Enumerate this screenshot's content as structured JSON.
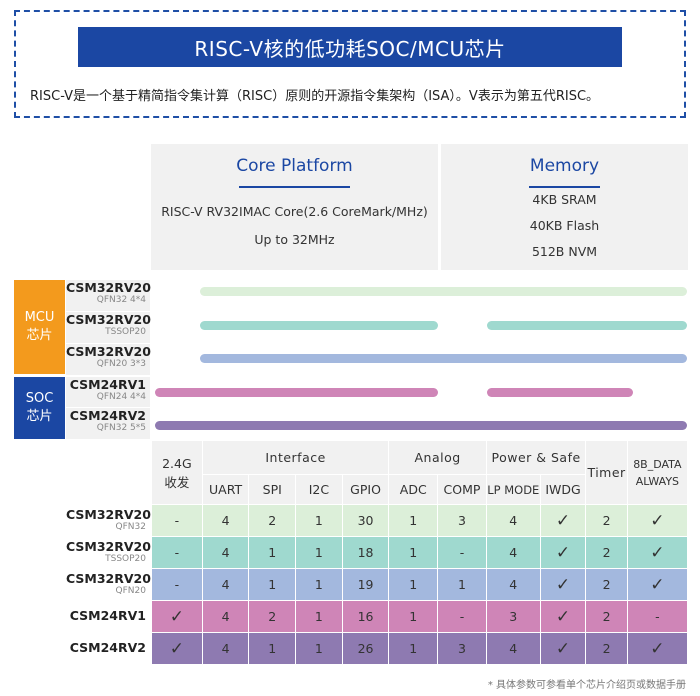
{
  "intro": {
    "title": "RISC-V核的低功耗SOC/MCU芯片",
    "description": "RISC-V是一个基于精简指令集计算（RISC）原则的开源指令集架构（ISA）。V表示为第五代RISC。"
  },
  "core_platform": {
    "title": "Core Platform",
    "lines": [
      "RISC-V RV32IMAC Core(2.6 CoreMark/MHz)",
      "Up to 32MHz"
    ]
  },
  "memory": {
    "title": "Memory",
    "lines": [
      "4KB SRAM",
      "40KB Flash",
      "512B NVM"
    ]
  },
  "categories": {
    "mcu": [
      "MCU",
      "芯片"
    ],
    "soc": [
      "SOC",
      "芯片"
    ]
  },
  "chips": [
    {
      "name": "CSM32RV20",
      "package": "QFN32 4*4",
      "color": "#dcefd9"
    },
    {
      "name": "CSM32RV20",
      "package": "TSSOP20",
      "color": "#9fd9cf"
    },
    {
      "name": "CSM32RV20",
      "package": "QFN20 3*3",
      "color": "#a3b8de"
    },
    {
      "name": "CSM24RV1",
      "package": "QFN24 4*4",
      "color": "#cf85b7"
    },
    {
      "name": "CSM24RV2",
      "package": "QFN32 5*5",
      "color": "#8e7ab1"
    }
  ],
  "table": {
    "group_headers": {
      "rf": "2.4G\n收发",
      "interface": "Interface",
      "analog": "Analog",
      "power": "Power & Safe",
      "timer": "Timer",
      "always": "8B_DATA ALWAYS"
    },
    "sub_headers": [
      "UART",
      "SPI",
      "I2C",
      "GPIO",
      "ADC",
      "COMP",
      "LP MODE",
      "IWDG"
    ],
    "rows": [
      {
        "name": "CSM32RV20",
        "package": "QFN32",
        "cells": [
          "-",
          "4",
          "2",
          "1",
          "30",
          "1",
          "3",
          "4",
          "✓",
          "2",
          "✓"
        ],
        "bg": "#dcefd9"
      },
      {
        "name": "CSM32RV20",
        "package": "TSSOP20",
        "cells": [
          "-",
          "4",
          "1",
          "1",
          "18",
          "1",
          "-",
          "4",
          "✓",
          "2",
          "✓"
        ],
        "bg": "#9fd9cf"
      },
      {
        "name": "CSM32RV20",
        "package": "QFN20",
        "cells": [
          "-",
          "4",
          "1",
          "1",
          "19",
          "1",
          "1",
          "4",
          "✓",
          "2",
          "✓"
        ],
        "bg": "#a3b8de"
      },
      {
        "name": "CSM24RV1",
        "package": "",
        "cells": [
          "✓",
          "4",
          "2",
          "1",
          "16",
          "1",
          "-",
          "3",
          "✓",
          "2",
          "-"
        ],
        "bg": "#cf85b7"
      },
      {
        "name": "CSM24RV2",
        "package": "",
        "cells": [
          "✓",
          "4",
          "1",
          "1",
          "26",
          "1",
          "3",
          "4",
          "✓",
          "2",
          "✓"
        ],
        "bg": "#8e7ab1"
      }
    ]
  },
  "footnote": "* 具体参数可参看单个芯片介绍页或数据手册"
}
